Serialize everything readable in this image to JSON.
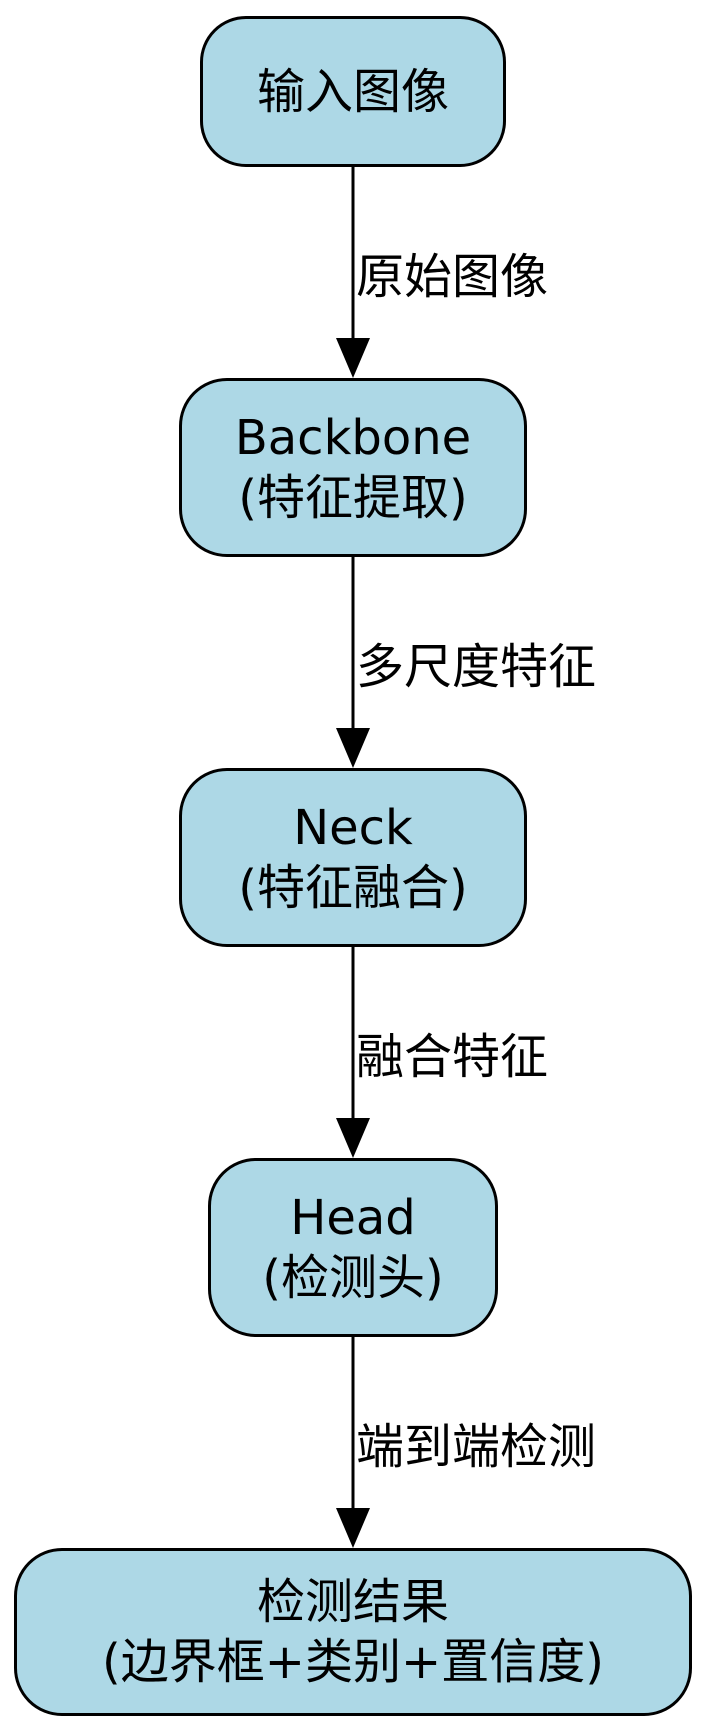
{
  "nodes": [
    {
      "id": "input",
      "lines": [
        "输入图像"
      ]
    },
    {
      "id": "backbone",
      "lines": [
        "Backbone",
        "(特征提取)"
      ]
    },
    {
      "id": "neck",
      "lines": [
        "Neck",
        "(特征融合)"
      ]
    },
    {
      "id": "head",
      "lines": [
        "Head",
        "(检测头)"
      ]
    },
    {
      "id": "result",
      "lines": [
        "检测结果",
        "(边界框+类别+置信度)"
      ]
    }
  ],
  "edges": [
    {
      "from": "input",
      "to": "backbone",
      "label": "原始图像"
    },
    {
      "from": "backbone",
      "to": "neck",
      "label": "多尺度特征"
    },
    {
      "from": "neck",
      "to": "head",
      "label": "融合特征"
    },
    {
      "from": "head",
      "to": "result",
      "label": "端到端检测"
    }
  ],
  "colors": {
    "node_fill": "#add8e6",
    "node_stroke": "#000000",
    "edge": "#000000",
    "background": "#ffffff"
  }
}
